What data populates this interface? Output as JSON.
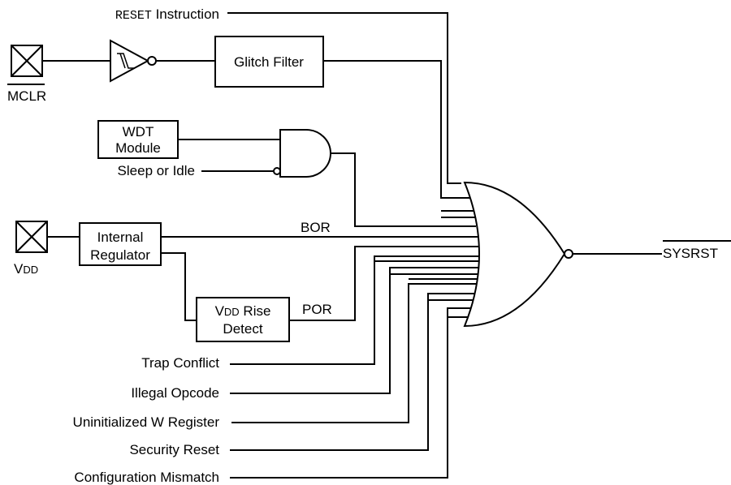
{
  "inputs": {
    "reset_instr": {
      "mono": "RESET",
      "text": " Instruction"
    },
    "mclr": "MCLR",
    "vdd_v": "V",
    "vdd_sub": "DD",
    "sleep_idle": "Sleep or Idle",
    "trap_conflict": "Trap Conflict",
    "illegal_opcode": "Illegal Opcode",
    "uninit_w": "Uninitialized W Register",
    "security_reset": "Security Reset",
    "config_mismatch": "Configuration Mismatch"
  },
  "blocks": {
    "glitch_filter": "Glitch Filter",
    "wdt_line1": "WDT",
    "wdt_line2": "Module",
    "reg_line1": "Internal",
    "reg_line2": "Regulator",
    "rise_v": "V",
    "rise_sub": "DD",
    "rise_line1_rest": " Rise",
    "rise_line2": "Detect"
  },
  "signals": {
    "bor": "BOR",
    "por": "POR",
    "output": "SYSRST"
  }
}
